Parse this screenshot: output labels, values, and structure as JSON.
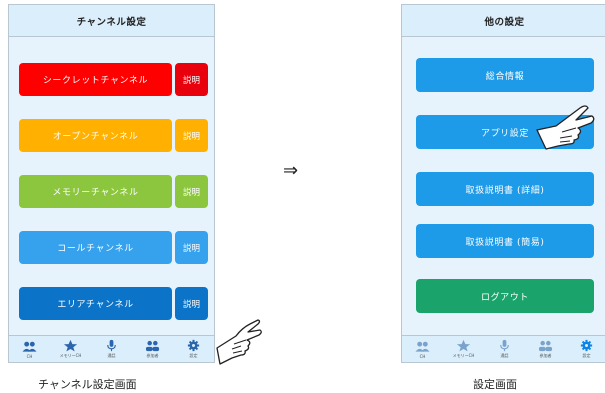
{
  "left_screen": {
    "title": "チャンネル設定",
    "rows": [
      {
        "label": "シークレットチャンネル",
        "side": "説明",
        "color": "#ff0000",
        "side_color": "#e8000c"
      },
      {
        "label": "オープンチャンネル",
        "side": "説明",
        "color": "#ffb000",
        "side_color": "#ffb000"
      },
      {
        "label": "メモリーチャンネル",
        "side": "説明",
        "color": "#8cc63f",
        "side_color": "#8cc63f"
      },
      {
        "label": "コールチャンネル",
        "side": "説明",
        "color": "#36a1ec",
        "side_color": "#36a1ec"
      },
      {
        "label": "エリアチャンネル",
        "side": "説明",
        "color": "#0b74c9",
        "side_color": "#0b74c9"
      }
    ],
    "tabs": [
      "CH",
      "メモリーCH",
      "通話",
      "参加者",
      "設定"
    ],
    "caption": "チャンネル設定画面"
  },
  "right_screen": {
    "title": "他の設定",
    "buttons": [
      {
        "label": "総合情報",
        "color": "#1d9be8"
      },
      {
        "label": "アプリ設定",
        "color": "#1d9be8"
      },
      {
        "label": "取扱説明書 (詳細)",
        "color": "#1d9be8"
      },
      {
        "label": "取扱説明書 (簡易)",
        "color": "#1d9be8"
      },
      {
        "label": "ログアウト",
        "color": "#1aa36b"
      }
    ],
    "tabs": [
      "CH",
      "メモリーCH",
      "通話",
      "参加者",
      "設定"
    ],
    "caption": "設定画面"
  },
  "arrow": "⇒",
  "colors": {
    "tab_icon": "#2b65ad",
    "tab_active": "#0d83e6",
    "tab_inactive": "#7aa3cc"
  }
}
